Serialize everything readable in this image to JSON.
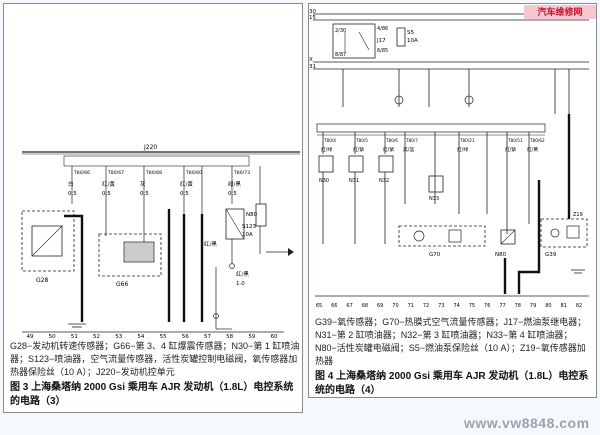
{
  "left": {
    "bus_label": "J220",
    "wires": [
      {
        "id": "G1",
        "code": "T80/66",
        "color": "白",
        "size": "0.5"
      },
      {
        "id": "G2",
        "code": "T80/67",
        "color": "红/黄",
        "size": "0.5"
      },
      {
        "id": "G3",
        "code": "T80/68",
        "color": "灰",
        "size": "0.5"
      },
      {
        "id": "G4",
        "code": "T80/60",
        "color": "红/黄",
        "size": "0.5"
      },
      {
        "id": "G5",
        "code": "T80/73",
        "color": "绿/黑",
        "size": "0.5"
      }
    ],
    "component_labels": [
      "G28",
      "G66",
      "N80",
      "S123",
      "10A",
      "红/黑",
      "1.0",
      "红/黑"
    ],
    "bottom_numbers": [
      "49",
      "50",
      "51",
      "52",
      "53",
      "54",
      "55",
      "56",
      "57",
      "58",
      "59",
      "60"
    ],
    "legend": "G28−发动机转速传感器；G66−第 3、4 缸爆震传感器；N30−第 1 缸喷油器；S123−喷油器，空气流量传感器，活性炭罐控制电磁阀，氧传感器加热器保险丝（10 A）；J220−发动机控单元",
    "caption": "图 3  上海桑塔纳 2000  Gsi 乘用车 AJR 发动机（1.8L）电控系统的电路（3）"
  },
  "right": {
    "top_labels": [
      "30",
      "15",
      "X",
      "31"
    ],
    "fuse_labels": [
      "S5",
      "10A",
      "J17",
      "4/86",
      "2/30",
      "6/85",
      "8/87"
    ],
    "wires": [
      {
        "id": "R1",
        "code": "T80/4",
        "color": "红/绿"
      },
      {
        "id": "R2",
        "code": "T80/5",
        "color": "红/紫"
      },
      {
        "id": "R3",
        "code": "T80/6",
        "color": "红/紫"
      },
      {
        "id": "R4",
        "code": "T80/7",
        "color": "黑/蓝"
      },
      {
        "id": "R5",
        "code": "T80/21",
        "color": "红/绿"
      },
      {
        "id": "R6",
        "code": "T80/51",
        "color": "红/紫"
      },
      {
        "id": "R7",
        "code": "T80/62",
        "color": "红/黄"
      }
    ],
    "component_labels": [
      "N30",
      "N31",
      "N32",
      "N33",
      "G70",
      "N80",
      "Z19",
      "G39"
    ],
    "bottom_numbers": [
      "65",
      "66",
      "67",
      "68",
      "69",
      "70",
      "71",
      "72",
      "73",
      "74",
      "75",
      "76",
      "77",
      "78",
      "79",
      "80",
      "81",
      "82"
    ],
    "legend": "G39−氧传感器；G70−热膜式空气流量传感器；J17−燃油泵继电器；N31−第 2 缸喷油器；N32−第 3 缸喷油器；N33−第 4 缸喷油器；N80−活性炭罐电磁阀；S5−燃油泵保险丝（10 A）；Z19−氧传感器加热器",
    "caption": "图 4  上海桑塔纳 2000  Gsi 乘用车 AJR 发动机（1.8L）电控系统的电路（4）"
  },
  "watermark_top": "汽车维修网",
  "watermark_bottom": "www.vw8848.com"
}
